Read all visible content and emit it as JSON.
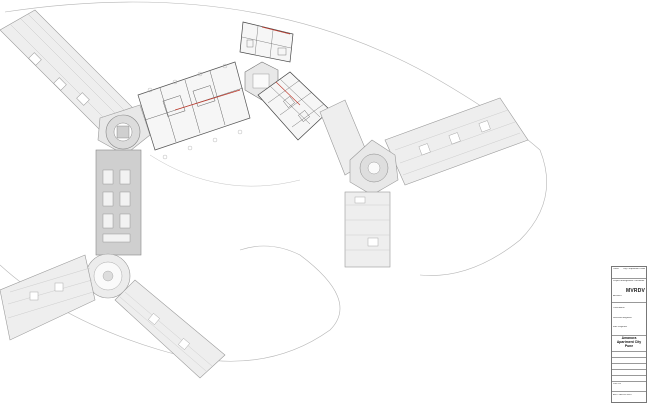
{
  "drawing": {
    "type": "architectural-floor-plan",
    "colors": {
      "line": "#9a9a9a",
      "fill": "#e6e6e6",
      "dark_fill": "#cfcfcf",
      "red_line": "#c0392b"
    }
  },
  "title_block": {
    "client_label": "Client",
    "client_value": "City Corporation Limited",
    "pm_label": "Project Management Consultant",
    "architect_label": "Architect",
    "architect_logo": "MVRDV",
    "consultants_label": "Consultants",
    "structural_label": "Structural Engineer",
    "mep_label": "MEP Engineer",
    "project_title": "Amanora Apartment City",
    "project_location": "Pune",
    "sheet_label": "Plan 1st",
    "drawing_no": "A20T-GRP00-3010"
  }
}
